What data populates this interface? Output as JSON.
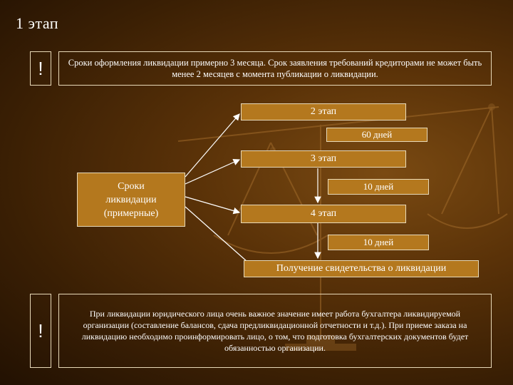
{
  "title": "1 этап",
  "top_note": {
    "mark": "!",
    "text": "Сроки оформления ликвидации примерно 3 месяца. Срок заявления требований кредиторами не может быть менее 2 месяцев с момента публикации о ликвидации."
  },
  "source": {
    "line1": "Сроки",
    "line2": "ликвидации",
    "line3": "(примерные)"
  },
  "stage2": {
    "label": "2 этап",
    "days": "60 дней"
  },
  "stage3": {
    "label": "3 этап",
    "days": "10 дней"
  },
  "stage4": {
    "label": "4 этап",
    "days": "10 дней"
  },
  "final": "Получение свидетельства о ликвидации",
  "bottom_note": {
    "mark": "!",
    "text": "При ликвидации юридического лица очень важное значение имеет работа бухгалтера ликвидируемой организации (составление балансов, сдача предликвидационной отчетности и т.д.). При приеме заказа на ликвидацию необходимо проинформировать лицо, о том, что подготовка бухгалтерских документов будет обязанностью организации."
  }
}
